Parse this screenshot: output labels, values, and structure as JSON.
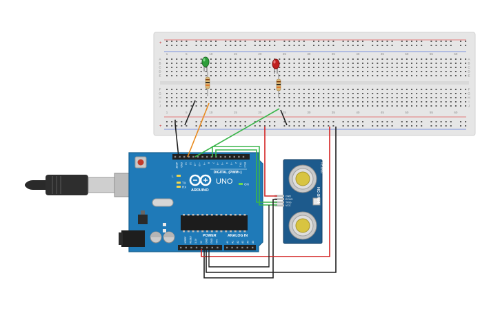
{
  "breadboard": {
    "column_numbers": [
      "1",
      "5",
      "10",
      "15",
      "20",
      "25",
      "30",
      "35",
      "40",
      "45",
      "50",
      "55",
      "60"
    ],
    "row_letters_top": [
      "A",
      "B",
      "C",
      "D",
      "E"
    ],
    "row_letters_bottom": [
      "F",
      "G",
      "H",
      "I",
      "J"
    ],
    "rail_plus": "+",
    "rail_minus": "−"
  },
  "arduino": {
    "brand": "ARDUINO",
    "model": "UNO",
    "digital_label": "DIGITAL (PWM~)",
    "power_label": "POWER",
    "analog_label": "ANALOG IN",
    "on_label": "ON",
    "tx_label": "TX",
    "rx_label": "RX",
    "l_label": "L",
    "digital_pins": [
      "AREF",
      "GND",
      "13",
      "12",
      "~11",
      "~10",
      "~9",
      "8",
      "7",
      "~6",
      "~5",
      "4",
      "~3",
      "2",
      "TX 1",
      "RX 0"
    ],
    "power_pins": [
      "IOREF",
      "RESET",
      "3.3V",
      "5V",
      "GND",
      "GND",
      "VIN"
    ],
    "analog_pins": [
      "A0",
      "A1",
      "A2",
      "A3",
      "A4",
      "A5"
    ]
  },
  "sensor": {
    "model": "HC-SR04",
    "pins": [
      "GND",
      "ECHO",
      "TRIG",
      "VCC"
    ]
  },
  "leds": {
    "green_color": "#2e9e3a",
    "red_color": "#c0201f"
  },
  "colors": {
    "wire_black": "#1f1f1f",
    "wire_red": "#d42222",
    "wire_green": "#3ab54a",
    "wire_orange": "#e8891c",
    "board_blue": "#1f7ab8",
    "breadboard_bg": "#e8e8e8"
  }
}
